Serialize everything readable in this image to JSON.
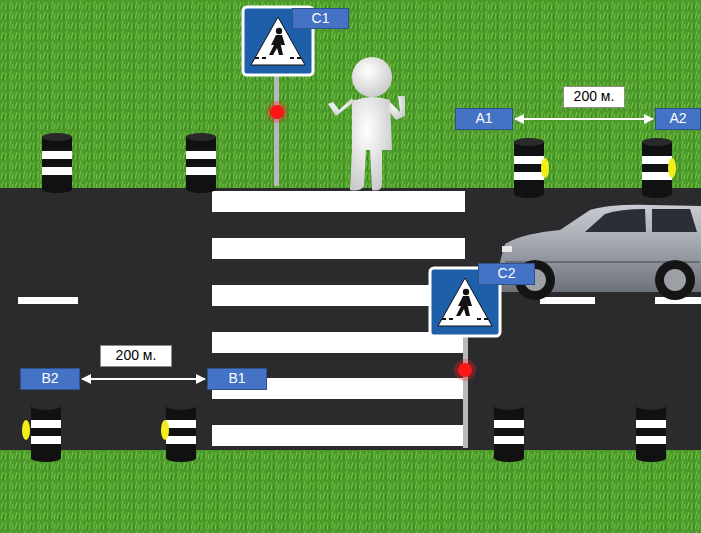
{
  "diagram": {
    "nodes": [
      {
        "text": [
          "C1"
        ]
      },
      {
        "text": [
          "200 м."
        ]
      },
      {
        "text": [
          "A1"
        ]
      },
      {
        "text": [
          "A2"
        ]
      },
      {
        "text": [
          "C2"
        ]
      },
      {
        "text": [
          "200 м."
        ]
      },
      {
        "text": [
          "B2"
        ]
      },
      {
        "text": [
          "B1"
        ]
      }
    ],
    "edges": [
      {
        "from": 2,
        "to": 3,
        "arrow": "both"
      },
      {
        "from": 6,
        "to": 7,
        "arrow": "both"
      }
    ]
  }
}
